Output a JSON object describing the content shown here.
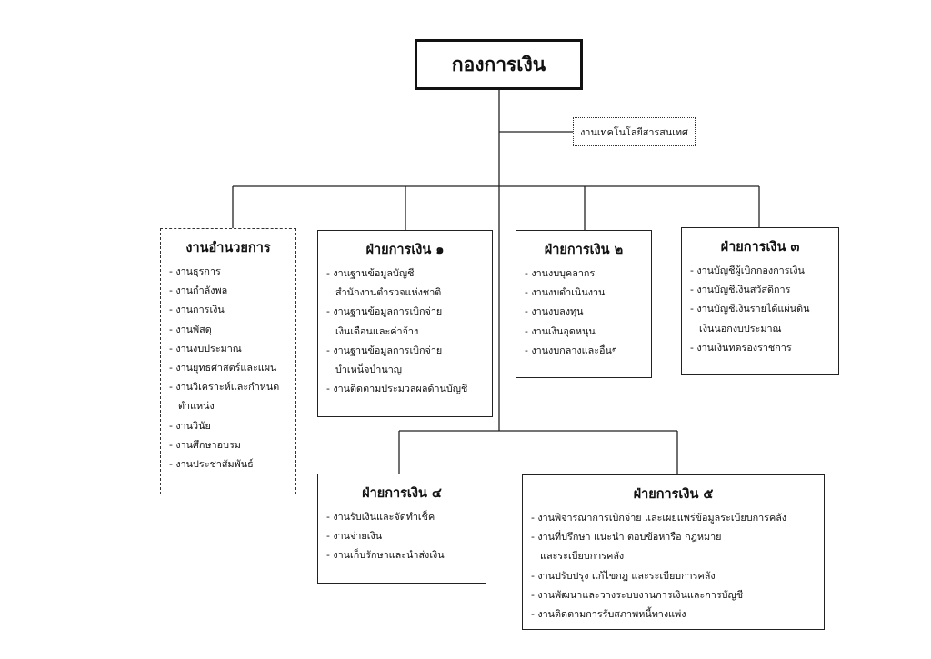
{
  "root": {
    "title": "กองการเงิน"
  },
  "it_unit": {
    "label": "งานเทคโนโลยีสารสนเทศ"
  },
  "admin": {
    "title": "งานอำนวยการ",
    "items": [
      "- งานธุรการ",
      "- งานกำลังพล",
      "- งานการเงิน",
      "- งานพัสดุ",
      "- งานงบประมาณ",
      "- งานยุทธศาสตร์และแผน",
      "- งานวิเคราะห์และกำหนด",
      "ตำแหน่ง",
      "- งานวินัย",
      "- งานศึกษาอบรม",
      "- งานประชาสัมพันธ์"
    ]
  },
  "div1": {
    "title": "ฝ่ายการเงิน ๑",
    "items": [
      "- งานฐานข้อมูลบัญชี",
      "สำนักงานตำรวจแห่งชาติ",
      "- งานฐานข้อมูลการเบิกจ่าย",
      "เงินเดือนและค่าจ้าง",
      "- งานฐานข้อมูลการเบิกจ่าย",
      "บำเหน็จบำนาญ",
      "- งานติดตามประมวลผลด้านบัญชี"
    ]
  },
  "div2": {
    "title": "ฝ่ายการเงิน ๒",
    "items": [
      "- งานงบบุคลากร",
      "- งานงบดำเนินงาน",
      "- งานงบลงทุน",
      "- งานเงินอุดหนุน",
      "- งานงบกลางและอื่นๆ"
    ]
  },
  "div3": {
    "title": "ฝ่ายการเงิน ๓",
    "items": [
      "- งานบัญชีผู้เบิกกองการเงิน",
      "- งานบัญชีเงินสวัสดิการ",
      "- งานบัญชีเงินรายได้แผ่นดิน",
      "เงินนอกงบประมาณ",
      "- งานเงินทดรองราชการ"
    ]
  },
  "div4": {
    "title": "ฝ่ายการเงิน ๔",
    "items": [
      "- งานรับเงินและจัดทำเช็ค",
      "- งานจ่ายเงิน",
      "- งานเก็บรักษาและนำส่งเงิน"
    ]
  },
  "div5": {
    "title": "ฝ่ายการเงิน ๕",
    "items": [
      "- งานพิจารณาการเบิกจ่าย และเผยแพร่ข้อมูลระเบียบการคลัง",
      "- งานที่ปรึกษา แนะนำ ตอบข้อหารือ กฎหมาย",
      "และระเบียบการคลัง",
      "- งานปรับปรุง แก้ไขกฎ และระเบียบการคลัง",
      "- งานพัฒนาและวางระบบงานการเงินและการบัญชี",
      "- งานติดตามการรับสภาพหนี้ทางแพ่ง"
    ]
  }
}
